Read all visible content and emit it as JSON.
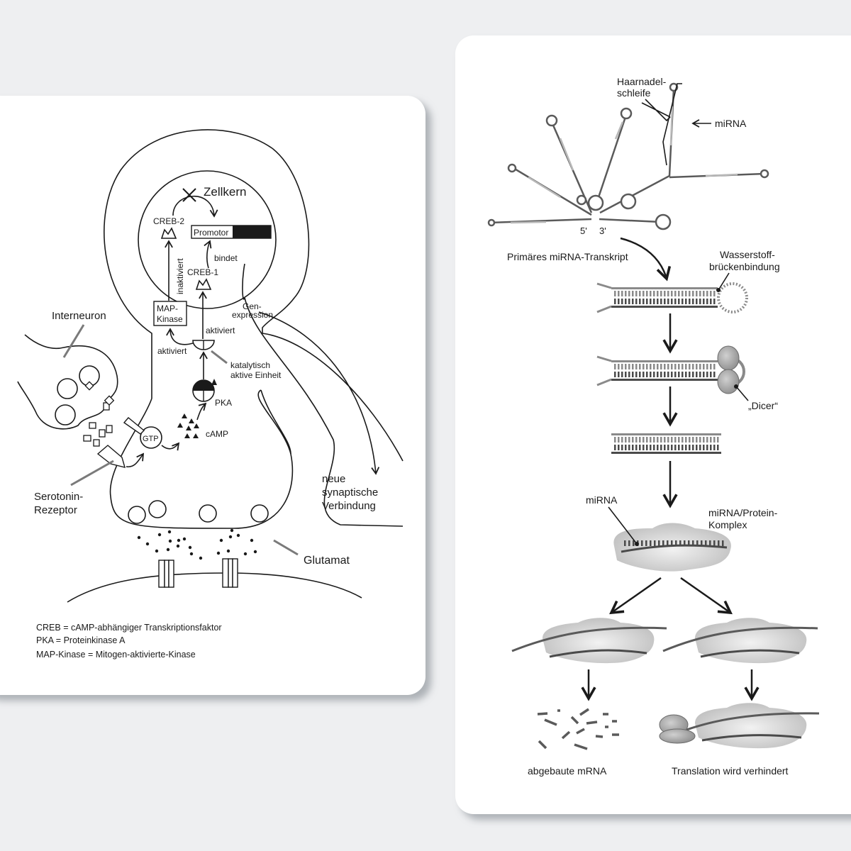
{
  "left_panel": {
    "title_nucleus": "Zellkern",
    "creb2": "CREB-2",
    "creb1": "CREB-1",
    "promotor": "Promotor",
    "bindet": "bindet",
    "inaktiviert": "inaktiviert",
    "map_kinase_line1": "MAP-",
    "map_kinase_line2": "Kinase",
    "gen_expression_line1": "Gen-",
    "gen_expression_line2": "expression",
    "aktiviert_1": "aktiviert",
    "aktiviert_2": "aktiviert",
    "catalytic_line1": "katalytisch",
    "catalytic_line2": "aktive Einheit",
    "pka": "PKA",
    "camp": "cAMP",
    "gtp": "GTP",
    "interneuron": "Interneuron",
    "serotonin_line1": "Serotonin-",
    "serotonin_line2": "Rezeptor",
    "new_synapse_line1": "neue",
    "new_synapse_line2": "synaptische",
    "new_synapse_line3": "Verbindung",
    "glutamat": "Glutamat",
    "legend": [
      "CREB = cAMP-abhängiger Transkriptionsfaktor",
      "PKA = Proteinkinase A",
      "MAP-Kinase = Mitogen-aktivierte-Kinase"
    ]
  },
  "right_panel": {
    "hairpin_line1": "Haarnadel-",
    "hairpin_line2": "schleife",
    "mirna_top": "miRNA",
    "five_prime": "5'",
    "three_prime": "3'",
    "primary_transcript": "Primäres miRNA-Transkript",
    "hbond_line1": "Wasserstoff-",
    "hbond_line2": "brückenbindung",
    "dicer": "„Dicer“",
    "mirna_complex_label": "miRNA",
    "complex_line1": "miRNA/Protein-",
    "complex_line2": "Komplex",
    "degraded": "abgebaute mRNA",
    "translation_blocked": "Translation wird verhindert"
  },
  "colors": {
    "background": "#eeeff1",
    "card": "#ffffff",
    "ink": "#1a1a1a",
    "rna_dark": "#5a5a5a",
    "rna_light": "#b8b8b8",
    "protein": "#cfcfcf"
  }
}
